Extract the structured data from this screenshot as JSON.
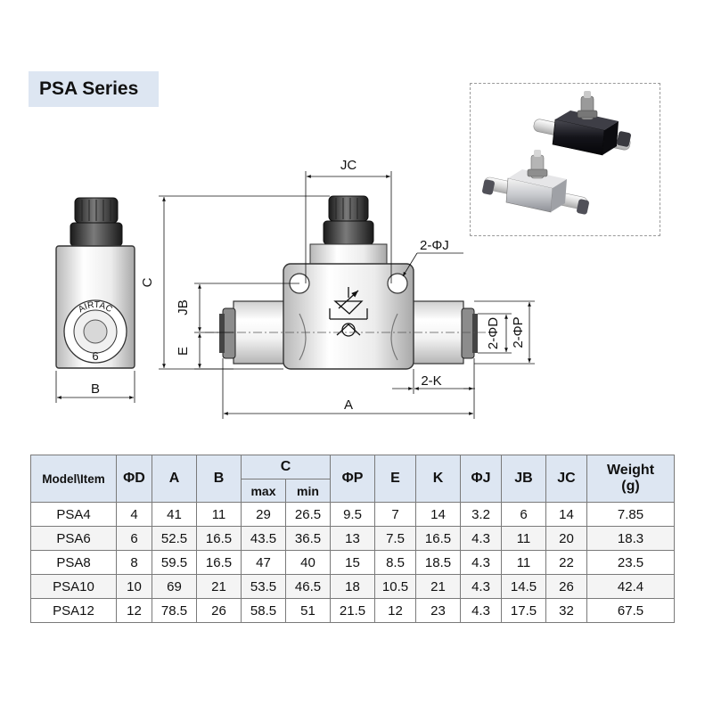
{
  "title": "PSA Series",
  "drawing_labels": {
    "c": "C",
    "b": "B",
    "jc": "JC",
    "phi_j": "2-ΦJ",
    "jb": "JB",
    "e": "E",
    "phi_d": "2-ΦD",
    "phi_p": "2-ΦP",
    "k": "2-K",
    "a": "A",
    "side_marking": "AIRTAC",
    "side_size": "6"
  },
  "table": {
    "headers": {
      "model": "Model\\Item",
      "d": "ΦD",
      "a": "A",
      "b": "B",
      "c": "C",
      "c_max": "max",
      "c_min": "min",
      "p": "ΦP",
      "e": "E",
      "k": "K",
      "j": "ΦJ",
      "jb": "JB",
      "jc": "JC",
      "weight": "Weight",
      "weight_unit": "(g)"
    },
    "rows": [
      [
        "PSA4",
        "4",
        "41",
        "11",
        "29",
        "26.5",
        "9.5",
        "7",
        "14",
        "3.2",
        "6",
        "14",
        "7.85"
      ],
      [
        "PSA6",
        "6",
        "52.5",
        "16.5",
        "43.5",
        "36.5",
        "13",
        "7.5",
        "16.5",
        "4.3",
        "11",
        "20",
        "18.3"
      ],
      [
        "PSA8",
        "8",
        "59.5",
        "16.5",
        "47",
        "40",
        "15",
        "8.5",
        "18.5",
        "4.3",
        "11",
        "22",
        "23.5"
      ],
      [
        "PSA10",
        "10",
        "69",
        "21",
        "53.5",
        "46.5",
        "18",
        "10.5",
        "21",
        "4.3",
        "14.5",
        "26",
        "42.4"
      ],
      [
        "PSA12",
        "12",
        "78.5",
        "26",
        "58.5",
        "51",
        "21.5",
        "12",
        "23",
        "4.3",
        "17.5",
        "32",
        "67.5"
      ]
    ]
  }
}
